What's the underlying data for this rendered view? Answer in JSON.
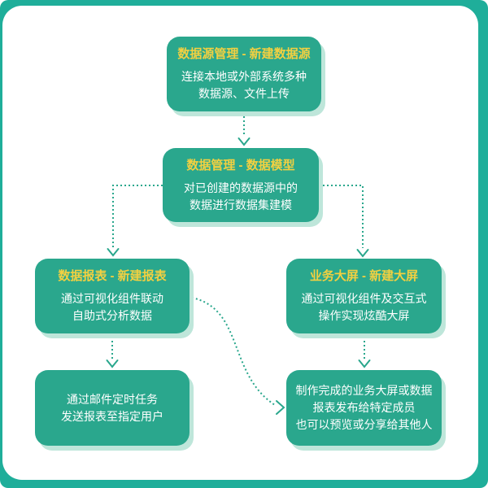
{
  "frame": {
    "border_color": "#1FAE9A",
    "canvas_color": "#FFFFFF"
  },
  "palette": {
    "node_fill": "#2AA78D",
    "node_shadow": "#BEE6DA",
    "title_color": "#F2D041",
    "body_color": "#FFFFFF",
    "connector_color": "#2AA78D"
  },
  "nodes": [
    {
      "id": "datasource",
      "title": "数据源管理 - 新建数据源",
      "lines": [
        "连接本地或外部系统多种",
        "数据源、文件上传"
      ]
    },
    {
      "id": "datamodel",
      "title": "数据管理 - 数据模型",
      "lines": [
        "对已创建的数据源中的",
        "数据进行数据集建模"
      ]
    },
    {
      "id": "report",
      "title": "数据报表 - 新建报表",
      "lines": [
        "通过可视化组件联动",
        "自助式分析数据"
      ]
    },
    {
      "id": "dashboard",
      "title": "业务大屏 - 新建大屏",
      "lines": [
        "通过可视化组件及交互式",
        "操作实现炫酷大屏"
      ]
    },
    {
      "id": "email",
      "lines": [
        "通过邮件定时任务",
        "发送报表至指定用户"
      ]
    },
    {
      "id": "publish",
      "lines": [
        "制作完成的业务大屏或数据",
        "报表发布给特定成员",
        "也可以预览或分享给其他人"
      ]
    }
  ],
  "connectors": [
    {
      "from": "datasource",
      "to": "datamodel",
      "style": "dotted-arrow"
    },
    {
      "from": "datamodel",
      "to": "report",
      "style": "dotted-arrow"
    },
    {
      "from": "datamodel",
      "to": "dashboard",
      "style": "dotted-arrow"
    },
    {
      "from": "report",
      "to": "email",
      "style": "dotted-arrow"
    },
    {
      "from": "dashboard",
      "to": "publish",
      "style": "dotted-arrow"
    },
    {
      "from": "report",
      "to": "publish",
      "style": "dotted-arrow-curve"
    }
  ]
}
